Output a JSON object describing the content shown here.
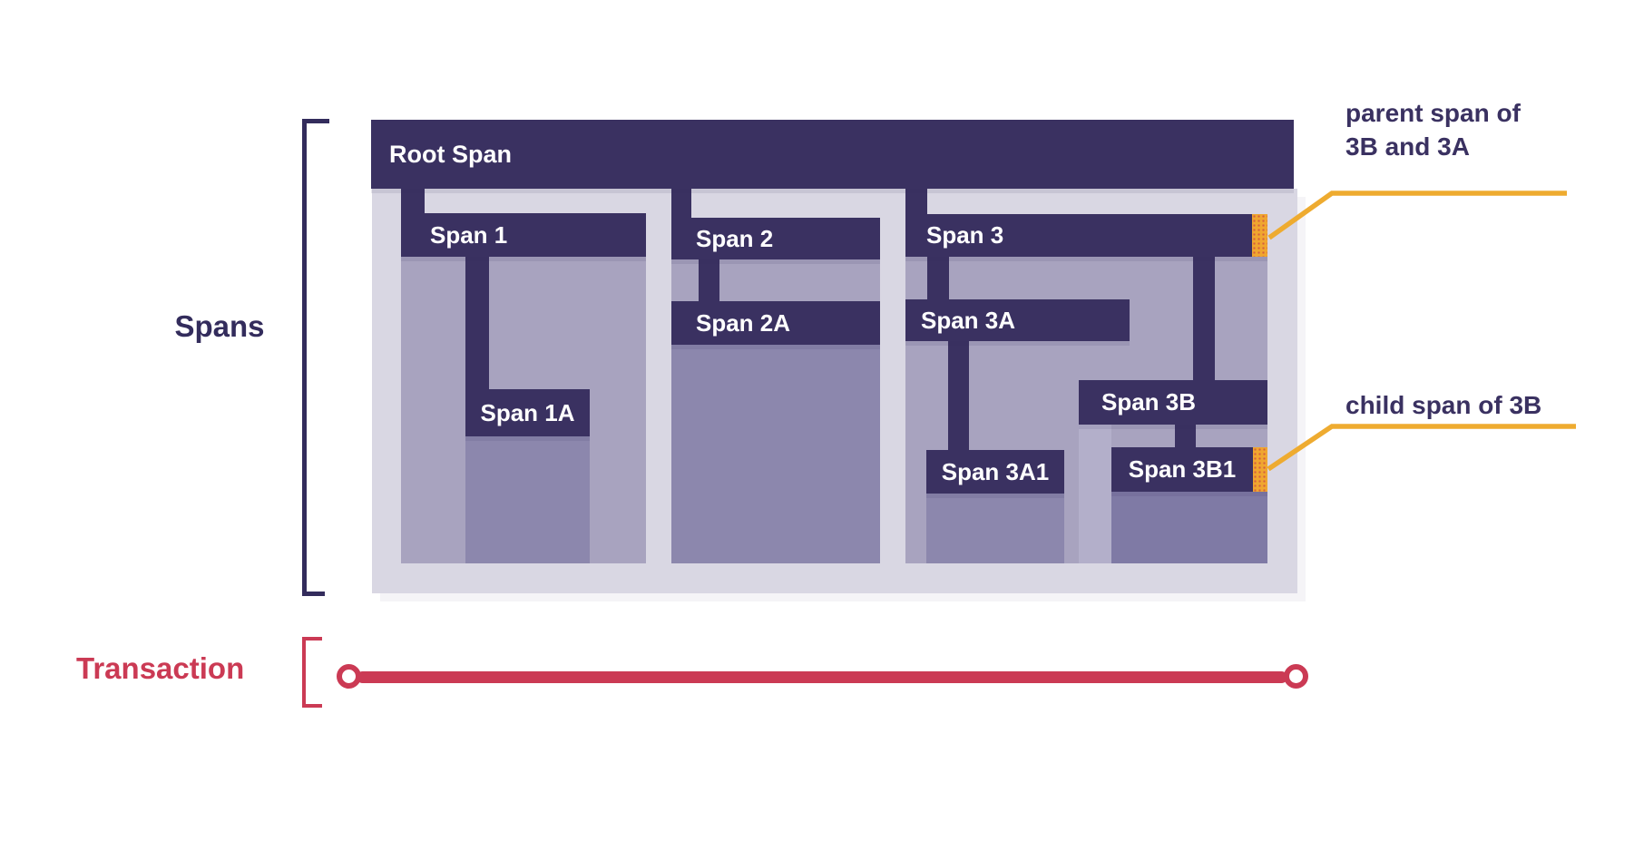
{
  "axes": {
    "spans_label": "Spans",
    "transaction_label": "Transaction"
  },
  "bars": {
    "root": "Root Span",
    "span1": "Span 1",
    "span1a": "Span 1A",
    "span2": "Span 2",
    "span2a": "Span 2A",
    "span3": "Span 3",
    "span3a": "Span 3A",
    "span3a1": "Span 3A1",
    "span3b": "Span 3B",
    "span3b1": "Span 3B1"
  },
  "annotations": {
    "parent_line1": "parent span of",
    "parent_line2": "3B and 3A",
    "child": "child span of 3B"
  },
  "colors": {
    "bar_dark": "#3a3161",
    "panel_light": "#d9d7e3",
    "duration_medium": "#a8a3bf",
    "duration_dark": "#8c87ad",
    "duration_darker": "#7f7aa5",
    "duration_light_strip": "#b3afca",
    "marker_orange": "#f0a62f",
    "annotation_yellow": "#eeab30",
    "transaction_red": "#cb3a54",
    "text_navy": "#332c5c"
  }
}
